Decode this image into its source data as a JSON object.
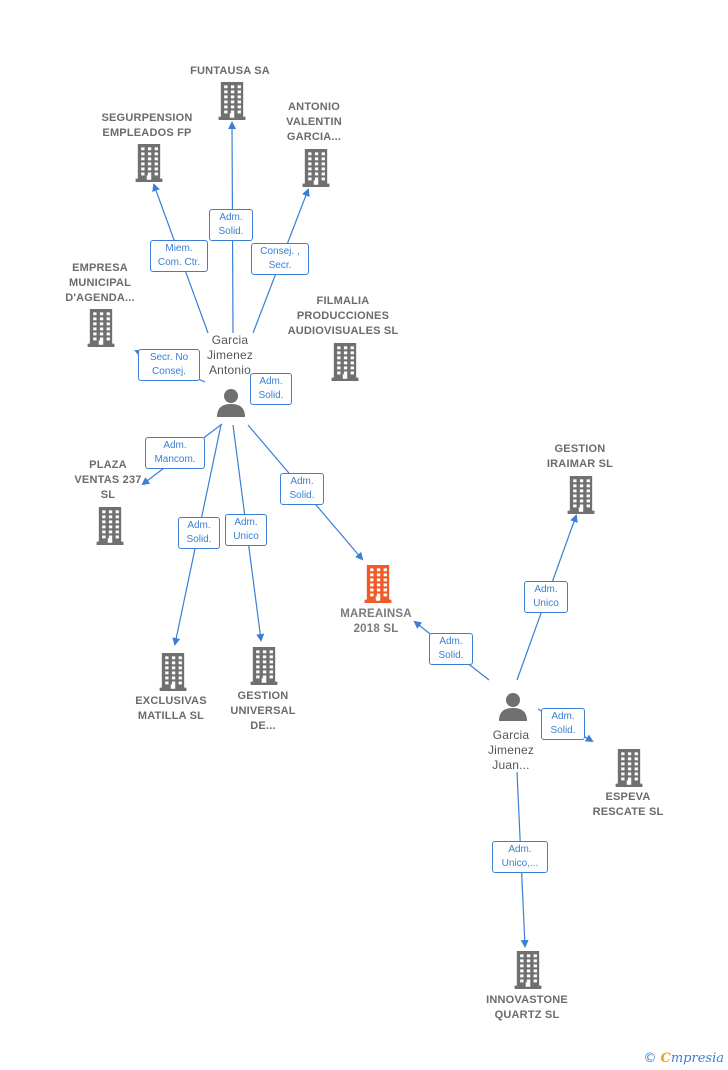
{
  "colors": {
    "edge": "#3a7fd5",
    "building": "#707070",
    "main_building": "#f05a28",
    "person": "#707070"
  },
  "companies": [
    {
      "id": "funtausa",
      "label": "FUNTAUSA SA",
      "highlight": false
    },
    {
      "id": "segurpension",
      "label": "SEGURPENSION\nEMPLEADOS FP",
      "highlight": false
    },
    {
      "id": "antonio_valentin",
      "label": "ANTONIO\nVALENTIN\nGARCIA...",
      "highlight": false
    },
    {
      "id": "empresa_municipal",
      "label": "EMPRESA\nMUNICIPAL\nD'AGENDA...",
      "highlight": false
    },
    {
      "id": "filmalia",
      "label": "FILMALIA\nPRODUCCIONES\nAUDIOVISUALES SL",
      "highlight": false
    },
    {
      "id": "plaza_ventas",
      "label": "PLAZA\nVENTAS 237\nSL",
      "highlight": false
    },
    {
      "id": "gestion_iraimar",
      "label": "GESTION\nIRAIMAR SL",
      "highlight": false
    },
    {
      "id": "mareainsa",
      "label": "MAREAINSA\n2018  SL",
      "highlight": true
    },
    {
      "id": "exclusivas_matilla",
      "label": "EXCLUSIVAS\nMATILLA  SL",
      "highlight": false
    },
    {
      "id": "gestion_universal",
      "label": "GESTION\nUNIVERSAL\nDE...",
      "highlight": false
    },
    {
      "id": "espeva_rescate",
      "label": "ESPEVA\nRESCATE  SL",
      "highlight": false
    },
    {
      "id": "innovastone",
      "label": "INNOVASTONE\nQUARTZ  SL",
      "highlight": false
    }
  ],
  "persons": [
    {
      "id": "garcia_antonio",
      "label": "Garcia\nJimenez\nAntonio"
    },
    {
      "id": "garcia_juan",
      "label": "Garcia\nJimenez\nJuan..."
    }
  ],
  "relations": [
    {
      "from": "garcia_antonio",
      "to": "funtausa",
      "label": "Adm.\nSolid."
    },
    {
      "from": "garcia_antonio",
      "to": "segurpension",
      "label": "Miem.\nCom. Ctr."
    },
    {
      "from": "garcia_antonio",
      "to": "antonio_valentin",
      "label": "Consej. ,\nSecr."
    },
    {
      "from": "garcia_antonio",
      "to": "empresa_municipal",
      "label": "Secr.  No\nConsej."
    },
    {
      "from": "garcia_antonio",
      "to": "filmalia",
      "label": "Adm.\nSolid."
    },
    {
      "from": "garcia_antonio",
      "to": "plaza_ventas",
      "label": "Adm.\nMancom."
    },
    {
      "from": "garcia_antonio",
      "to": "exclusivas_matilla",
      "label": "Adm.\nSolid."
    },
    {
      "from": "garcia_antonio",
      "to": "gestion_universal",
      "label": "Adm.\nUnico"
    },
    {
      "from": "garcia_antonio",
      "to": "mareainsa",
      "label": "Adm.\nSolid."
    },
    {
      "from": "garcia_juan",
      "to": "mareainsa",
      "label": "Adm.\nSolid."
    },
    {
      "from": "garcia_juan",
      "to": "gestion_iraimar",
      "label": "Adm.\nUnico"
    },
    {
      "from": "garcia_juan",
      "to": "espeva_rescate",
      "label": "Adm.\nSolid."
    },
    {
      "from": "garcia_juan",
      "to": "innovastone",
      "label": "Adm.\nUnico,..."
    }
  ],
  "footer": {
    "copyright": "©",
    "brand_first": "C",
    "brand_rest": "mpresia"
  }
}
